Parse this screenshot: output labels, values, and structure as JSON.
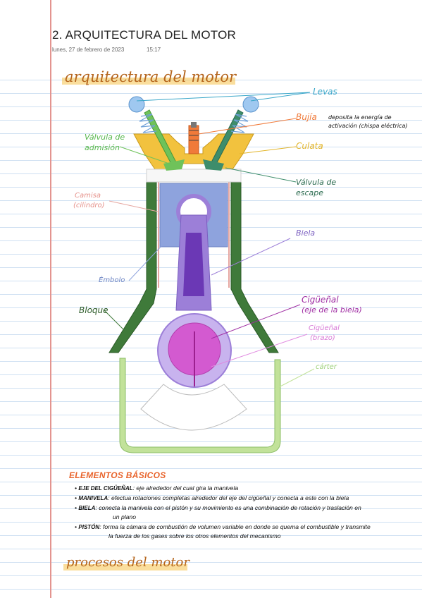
{
  "page": {
    "title": "2. ARQUITECTURA DEL MOTOR",
    "date": "lunes, 27 de febrero de 2023",
    "time": "15:17"
  },
  "diagram": {
    "heading": "arquitectura del motor",
    "labels": {
      "levas": "Levas",
      "bujia": "Bujía",
      "bujia_desc_1": "deposita la energía de",
      "bujia_desc_2": "activación (chispa eléctrica)",
      "culata": "Culata",
      "valvula_admision_1": "Válvula de",
      "valvula_admision_2": "admisión",
      "valvula_escape_1": "Válvula de",
      "valvula_escape_2": "escape",
      "camisa_1": "Camisa",
      "camisa_2": "(cilindro)",
      "biela": "Biela",
      "embolo": "Émbolo",
      "ciguenal_1": "Cigüeñal",
      "ciguenal_2": "(eje de la biela)",
      "ciguenal_brazo_1": "Cigüeñal",
      "ciguenal_brazo_2": "(brazo)",
      "bloque": "Bloque",
      "carter": "cárter"
    }
  },
  "elements": {
    "heading": "ELEMENTOS BÁSICOS",
    "items": [
      {
        "term": "EJE DEL CIGÜEÑAL",
        "text": "eje alrededor del cual gira la manivela"
      },
      {
        "term": "MANIVELA",
        "text": "efectua rotaciones completas alrededor del eje del cigüeñal y conecta a este con la biela"
      },
      {
        "term": "BIELA",
        "text": "conecta la manivela con el pistón y su movimiento es una combinación de rotación y traslación en",
        "text2": "un plano"
      },
      {
        "term": "PISTÓN",
        "text": "forma la cámara de combustión de volumen variable en donde se quema el combustible y transmite",
        "text2": "la fuerza de los gases sobre los otros elementos del mecanismo"
      }
    ]
  },
  "processes": {
    "heading": "procesos del motor"
  },
  "colors": {
    "margin": "#e3948f",
    "bloque": "#3f7a3a",
    "carter": "#c2e29a",
    "culata": "#f2c23e",
    "piston": "#8ea3dd",
    "biela": "#9c7fd8",
    "ciguenal": "#d35ad0",
    "valvula_admision": "#6fc25a",
    "valvula_escape": "#3e8d6b",
    "bujia": "#f07a3a",
    "heading": "#b5651d"
  }
}
